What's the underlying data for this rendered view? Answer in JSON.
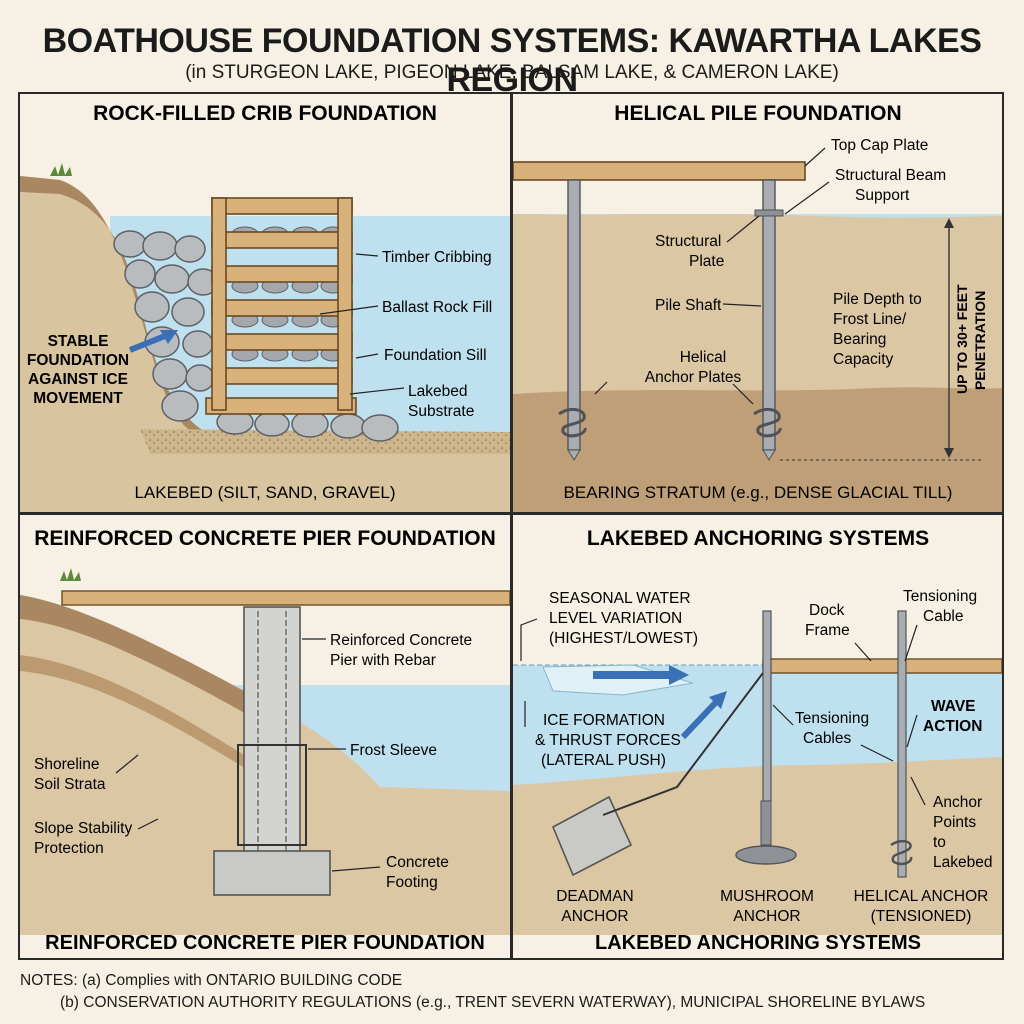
{
  "header": {
    "title": "BOATHOUSE FOUNDATION SYSTEMS: KAWARTHA LAKES REGION",
    "subtitle": "(in STURGEON LAKE, PIGEON LAKE, BALSAM LAKE, & CAMERON LAKE)"
  },
  "panel_crib": {
    "title": "ROCK-FILLED CRIB FOUNDATION",
    "labels": {
      "timber": "Timber Cribbing",
      "ballast": "Ballast Rock Fill",
      "sill": "Foundation Sill",
      "substrate_1": "Lakebed",
      "substrate_2": "Substrate",
      "stable_1": "STABLE",
      "stable_2": "FOUNDATION",
      "stable_3": "AGAINST ICE",
      "stable_4": "MOVEMENT"
    },
    "footer": "LAKEBED (SILT, SAND, GRAVEL)"
  },
  "panel_helical": {
    "title": "HELICAL PILE FOUNDATION",
    "labels": {
      "top_cap": "Top Cap Plate",
      "beam_1": "Structural Beam",
      "beam_2": "Support",
      "plate_1": "Structural",
      "plate_2": "Plate",
      "shaft": "Pile Shaft",
      "anchor_1": "Helical",
      "anchor_2": "Anchor Plates",
      "depth_1": "Pile Depth to",
      "depth_2": "Frost Line/",
      "depth_3": "Bearing",
      "depth_4": "Capacity",
      "pen_1": "UP TO 30+ FEET",
      "pen_2": "PENETRATION"
    },
    "footer": "BEARING STRATUM (e.g., DENSE GLACIAL TILL)"
  },
  "panel_pier": {
    "title": "REINFORCED CONCRETE PIER FOUNDATION",
    "labels": {
      "pier_1": "Reinforced Concrete",
      "pier_2": "Pier with Rebar",
      "sleeve": "Frost Sleeve",
      "shore_1": "Shoreline",
      "shore_2": "Soil Strata",
      "slope_1": "Slope Stability",
      "slope_2": "Protection",
      "footing_1": "Concrete",
      "footing_2": "Footing"
    },
    "footer": "REINFORCED CONCRETE PIER FOUNDATION"
  },
  "panel_anchor": {
    "title": "LAKEBED ANCHORING SYSTEMS",
    "labels": {
      "seasonal_1": "SEASONAL WATER",
      "seasonal_2": "LEVEL VARIATION",
      "seasonal_3": "(HIGHEST/LOWEST)",
      "ice_1": "ICE FORMATION",
      "ice_2": "& THRUST FORCES",
      "ice_3": "(LATERAL PUSH)",
      "dock_1": "Dock",
      "dock_2": "Frame",
      "tcable_1": "Tensioning",
      "tcable_2": "Cable",
      "tcables_1": "Tensioning",
      "tcables_2": "Cables",
      "wave_1": "WAVE",
      "wave_2": "ACTION",
      "points_1": "Anchor",
      "points_2": "Points",
      "points_3": "to",
      "points_4": "Lakebed",
      "deadman_1": "DEADMAN",
      "deadman_2": "ANCHOR",
      "mushroom_1": "MUSHROOM",
      "mushroom_2": "ANCHOR",
      "helical_1": "HELICAL ANCHOR",
      "helical_2": "(TENSIONED)"
    },
    "footer": "LAKEBED ANCHORING SYSTEMS"
  },
  "notes": {
    "line1": "NOTES: (a) Complies with ONTARIO BUILDING CODE",
    "line2": "(b) CONSERVATION AUTHORITY REGULATIONS (e.g., TRENT SEVERN WATERWAY), MUNICIPAL SHORELINE BYLAWS"
  },
  "colors": {
    "water": "#bfe0ee",
    "soil": "#d9c4a0",
    "soil_dark": "#b7956a",
    "timber": "#d8b27a",
    "rock": "#b9bcbf",
    "concrete": "#d3d3cf",
    "steel": "#a9adb2",
    "arrow": "#3b6fb6"
  }
}
